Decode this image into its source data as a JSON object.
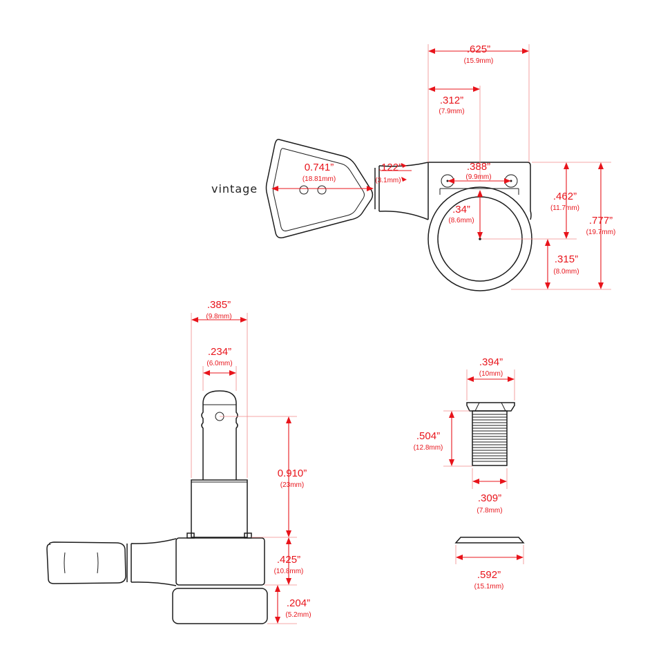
{
  "colors": {
    "dimension": "#e8141b",
    "extension": "#f08a8a",
    "outline": "#1b1b1b",
    "background": "#ffffff"
  },
  "labels": {
    "vintage": "vintage"
  },
  "top_view": {
    "button_width": {
      "main": "0.741”",
      "sub": "(18.81mm)"
    },
    "shaft": {
      "main": ".122”",
      "sub": "(3.1mm)"
    },
    "housing_width": {
      "main": ".625”",
      "sub": "(15.9mm)"
    },
    "half_width": {
      "main": ".312”",
      "sub": "(7.9mm)"
    },
    "screw_spacing": {
      "main": ".388”",
      "sub": "(9.9mm)"
    },
    "center_offset": {
      "main": ".34”",
      "sub": "(8.6mm)"
    },
    "upper_height": {
      "main": ".462”",
      "sub": "(11.7mm)"
    },
    "total_height": {
      "main": ".777”",
      "sub": "(19.7mm)"
    },
    "lower_height": {
      "main": ".315”",
      "sub": "(8.0mm)"
    }
  },
  "side_view": {
    "post_width": {
      "main": ".385”",
      "sub": "(9.8mm)"
    },
    "post_diameter": {
      "main": ".234”",
      "sub": "(6.0mm)"
    },
    "post_height": {
      "main": "0.910”",
      "sub": "(23mm)"
    },
    "body_height": {
      "main": ".425”",
      "sub": "(10.8mm)"
    },
    "base_height": {
      "main": ".204”",
      "sub": "(5.2mm)"
    }
  },
  "bushing_view": {
    "head_width": {
      "main": ".394”",
      "sub": "(10mm)"
    },
    "length": {
      "main": ".504”",
      "sub": "(12.8mm)"
    },
    "thread_diameter": {
      "main": ".309”",
      "sub": "(7.8mm)"
    }
  },
  "washer_view": {
    "diameter": {
      "main": ".592”",
      "sub": "(15.1mm)"
    }
  }
}
